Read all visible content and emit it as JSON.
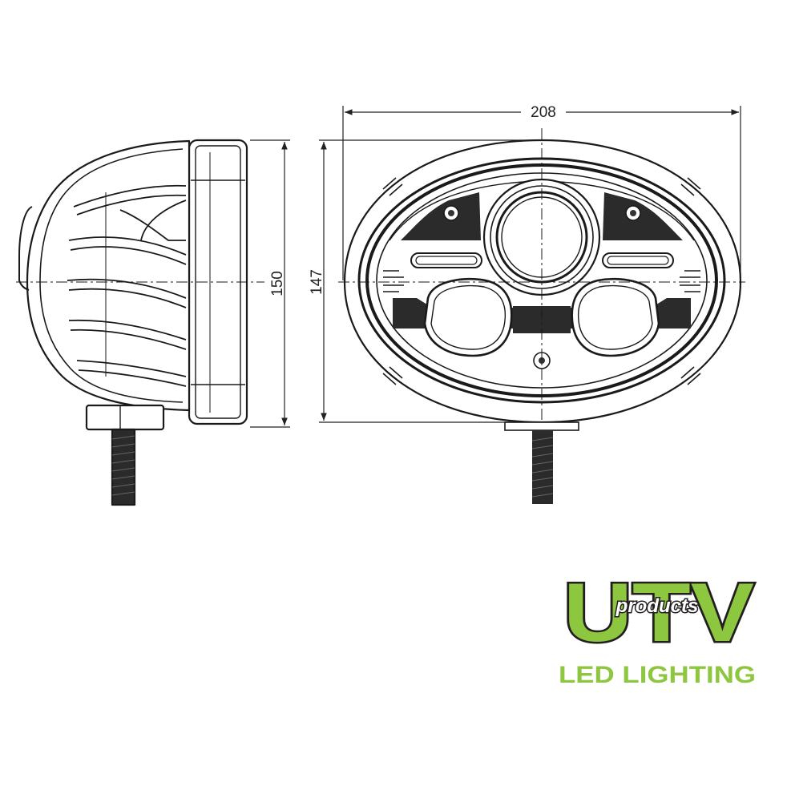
{
  "dimensions": {
    "width": "208",
    "side_height": "150",
    "front_height": "147"
  },
  "logo": {
    "letters": "UTV",
    "products": "products",
    "tagline": "LED LIGHTING",
    "colors": {
      "green": "#8dc63f",
      "dark": "#231f20"
    }
  }
}
